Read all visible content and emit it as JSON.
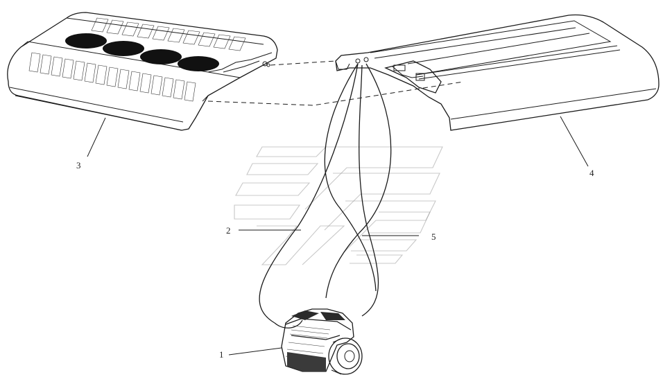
{
  "callouts": [
    {
      "id": "1",
      "text": "1"
    },
    {
      "id": "2",
      "text": "2"
    },
    {
      "id": "3",
      "text": "3"
    },
    {
      "id": "4",
      "text": "4"
    },
    {
      "id": "5",
      "text": "5"
    }
  ],
  "colors": {
    "line": "#1a1a1a",
    "watermark": "#9a9a9a",
    "fan": "#111111",
    "background": "#ffffff"
  },
  "icons": {
    "watermark": "logo-watermark-icon"
  }
}
